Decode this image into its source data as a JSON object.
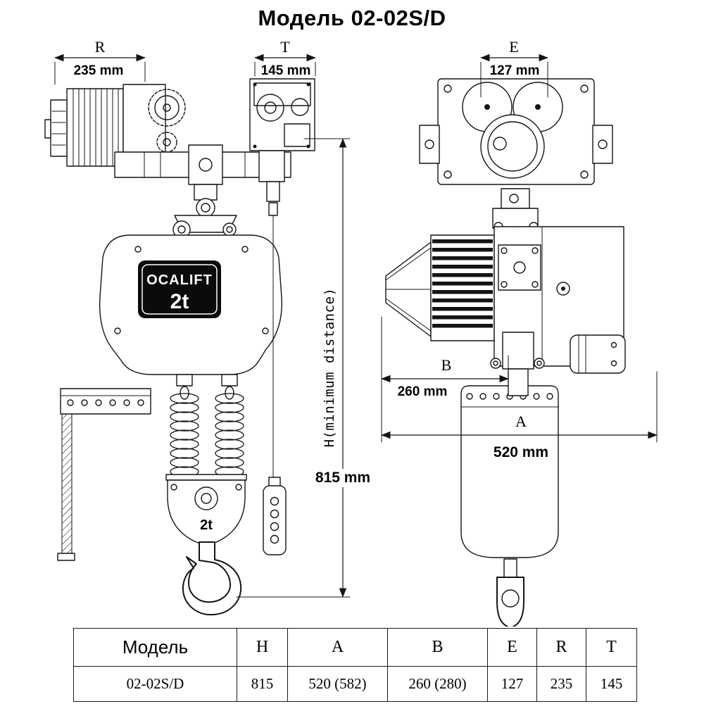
{
  "title": "Модель 02-02S/D",
  "drawing": {
    "dim_R": {
      "letter": "R",
      "value": "235 mm"
    },
    "dim_T": {
      "letter": "T",
      "value": "145 mm"
    },
    "dim_E": {
      "letter": "E",
      "value": "127 mm"
    },
    "dim_B": {
      "letter": "B",
      "value": "260 mm"
    },
    "dim_A": {
      "letter": "A",
      "value": "520 mm"
    },
    "dim_H": {
      "letter": "H(minimum distance)",
      "value": "815 mm"
    },
    "body_brand": "OCALIFT",
    "body_capacity": "2t",
    "hook_capacity": "2t"
  },
  "table": {
    "headers": [
      "Модель",
      "H",
      "A",
      "B",
      "E",
      "R",
      "T"
    ],
    "row": [
      "02-02S/D",
      "815",
      "520 (582)",
      "260 (280)",
      "127",
      "235",
      "145"
    ]
  },
  "colors": {
    "line": "#141414",
    "background": "#ffffff",
    "label_panel": "#0b0b0b"
  }
}
